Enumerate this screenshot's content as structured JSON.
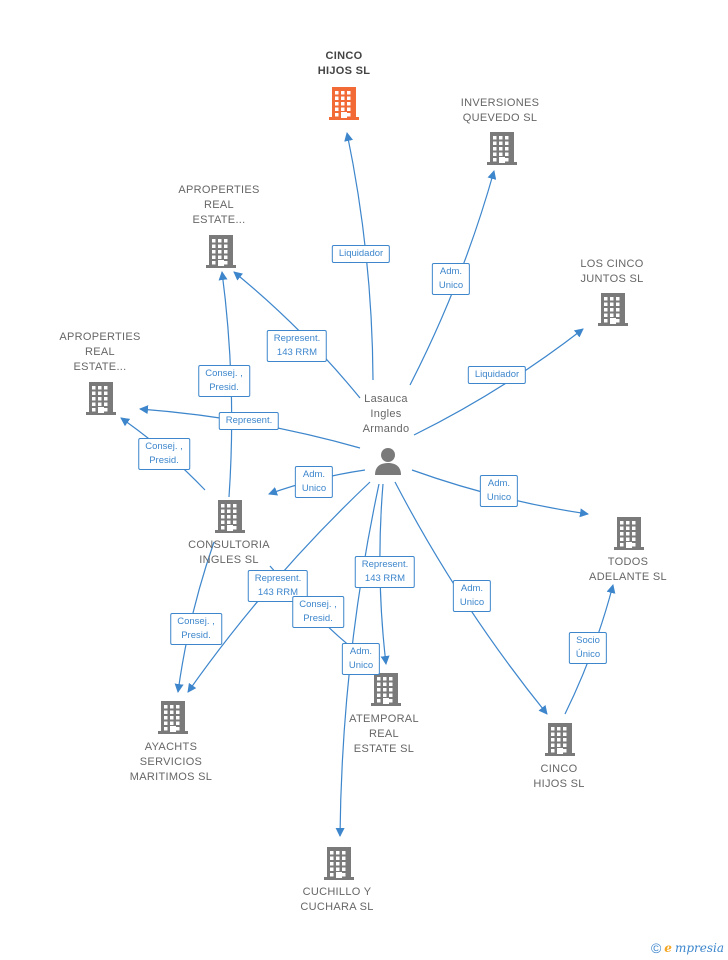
{
  "colors": {
    "edge": "#3d86cc",
    "building": "#7a7a7a",
    "building_highlight": "#f26a36",
    "person": "#7a7a7a"
  },
  "person": {
    "label": "Lasauca\nIngles\nArmando",
    "icon": "person-icon"
  },
  "nodes": [
    {
      "id": "cinco-hijos-top",
      "label": "CINCO\nHIJOS SL",
      "highlight": true,
      "icon": "building-icon"
    },
    {
      "id": "inversiones-quevedo",
      "label": "INVERSIONES\nQUEVEDO SL",
      "highlight": false,
      "icon": "building-icon"
    },
    {
      "id": "aproperties-1",
      "label": "APROPERTIES\nREAL\nESTATE...",
      "highlight": false,
      "icon": "building-icon"
    },
    {
      "id": "los-cinco-juntos",
      "label": "LOS CINCO\nJUNTOS SL",
      "highlight": false,
      "icon": "building-icon"
    },
    {
      "id": "aproperties-2",
      "label": "APROPERTIES\nREAL\nESTATE...",
      "highlight": false,
      "icon": "building-icon"
    },
    {
      "id": "consultoria-ingles",
      "label": "CONSULTORIA\nINGLES SL",
      "highlight": false,
      "icon": "building-icon"
    },
    {
      "id": "todos-adelante",
      "label": "TODOS\nADELANTE SL",
      "highlight": false,
      "icon": "building-icon"
    },
    {
      "id": "ayachts",
      "label": "AYACHTS\nSERVICIOS\nMARITIMOS SL",
      "highlight": false,
      "icon": "building-icon"
    },
    {
      "id": "atemporal",
      "label": "ATEMPORAL\nREAL\nESTATE SL",
      "highlight": false,
      "icon": "building-icon"
    },
    {
      "id": "cinco-hijos-bottom",
      "label": "CINCO\nHIJOS SL",
      "highlight": false,
      "icon": "building-icon"
    },
    {
      "id": "cuchillo-cuchara",
      "label": "CUCHILLO Y\nCUCHARA SL",
      "highlight": false,
      "icon": "building-icon"
    }
  ],
  "edge_labels": [
    {
      "id": "liquidador-1",
      "text": "Liquidador"
    },
    {
      "id": "adm-unico-1",
      "text": "Adm.\nUnico"
    },
    {
      "id": "represent-143-1",
      "text": "Represent.\n143 RRM"
    },
    {
      "id": "liquidador-2",
      "text": "Liquidador"
    },
    {
      "id": "consej-presid-1",
      "text": "Consej. ,\nPresid."
    },
    {
      "id": "represent-1",
      "text": "Represent."
    },
    {
      "id": "consej-presid-2",
      "text": "Consej. ,\nPresid."
    },
    {
      "id": "adm-unico-2",
      "text": "Adm.\nUnico"
    },
    {
      "id": "adm-unico-3",
      "text": "Adm.\nUnico"
    },
    {
      "id": "represent-143-2",
      "text": "Represent.\n143 RRM"
    },
    {
      "id": "represent-143-3",
      "text": "Represent.\n143 RRM"
    },
    {
      "id": "consej-presid-3",
      "text": "Consej. ,\nPresid."
    },
    {
      "id": "consej-presid-4",
      "text": "Consej. ,\nPresid."
    },
    {
      "id": "adm-unico-4",
      "text": "Adm.\nUnico"
    },
    {
      "id": "adm-unico-5",
      "text": "Adm.\nUnico"
    },
    {
      "id": "socio-unico",
      "text": "Socio\nÚnico"
    }
  ],
  "footer": {
    "copyright": "©",
    "brand_initial": "e",
    "brand_rest": "mpresia"
  }
}
